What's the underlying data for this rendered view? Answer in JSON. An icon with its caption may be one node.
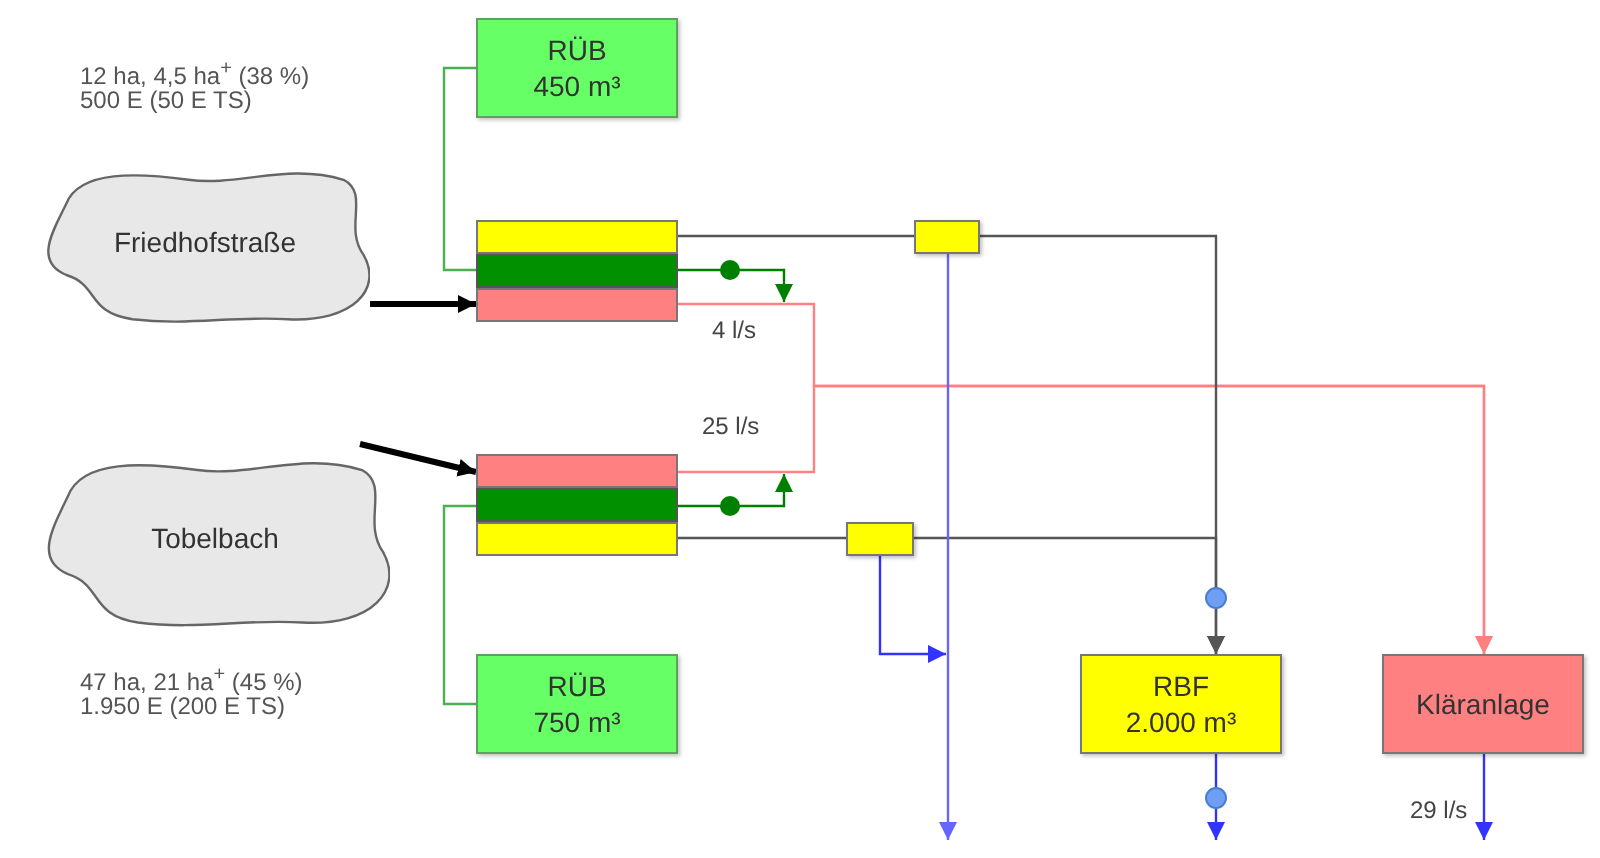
{
  "diagram": {
    "nodes": [
      {
        "text": [
          "RÜB 450 m³"
        ]
      },
      {
        "text": [
          "Friedhofstraße"
        ],
        "beside": [
          "12 ha, 4,5 ha$^{+}$ (38 %)",
          "500 E (50 E TS)"
        ]
      },
      {
        "text": [],
        "shape": "bar"
      },
      {
        "text": [],
        "shape": "bar"
      },
      {
        "text": [],
        "shape": "bar"
      },
      {
        "text": [
          "Tobelbach"
        ],
        "beside": [
          "47 ha, 21 ha$^{+}$ (45 %)",
          "1.950 E (200 E TS)"
        ]
      },
      {
        "text": [],
        "shape": "bar"
      },
      {
        "text": [],
        "shape": "bar"
      },
      {
        "text": [],
        "shape": "bar"
      },
      {
        "text": [
          "RÜB 750 m³"
        ]
      },
      {
        "text": [],
        "shape": "box"
      },
      {
        "text": [],
        "shape": "box"
      },
      {
        "text": [
          "RBF 2.000 m³"
        ]
      },
      {
        "text": [
          "Kläranlage"
        ]
      }
    ],
    "edges": [
      {
        "from": 1,
        "to": 4,
        "arrow": "to",
        "style": "thick"
      },
      {
        "from": 5,
        "to": 6,
        "arrow": "to",
        "style": "thick"
      },
      {
        "from": 0,
        "to": 3,
        "arrow": "none",
        "color": "#4caf50"
      },
      {
        "from": 9,
        "to": 7,
        "arrow": "none",
        "color": "#4caf50"
      },
      {
        "from": 3,
        "to": null,
        "arrow": "to",
        "color": "#008000"
      },
      {
        "from": 7,
        "to": null,
        "arrow": "to",
        "color": "#008000"
      },
      {
        "from": 4,
        "to": 13,
        "arrow": "to",
        "label": "4 l/s",
        "color": "#ff8080"
      },
      {
        "from": 6,
        "to": 13,
        "arrow": "to",
        "label": "25 l/s",
        "color": "#ff8080"
      },
      {
        "from": 2,
        "to": 10,
        "arrow": "none"
      },
      {
        "from": 10,
        "to": 12,
        "arrow": "to"
      },
      {
        "from": 8,
        "to": 11,
        "arrow": "none"
      },
      {
        "from": 11,
        "to": 12,
        "arrow": "to"
      },
      {
        "from": 10,
        "to": null,
        "arrow": "to",
        "color": "#6666ff"
      },
      {
        "from": 11,
        "to": null,
        "arrow": "to",
        "color": "#3333ff"
      },
      {
        "from": 12,
        "to": null,
        "arrow": "to",
        "color": "#3333ff"
      },
      {
        "from": 13,
        "to": null,
        "arrow": "to",
        "label": "29 l/s",
        "color": "#3333ff"
      }
    ]
  }
}
